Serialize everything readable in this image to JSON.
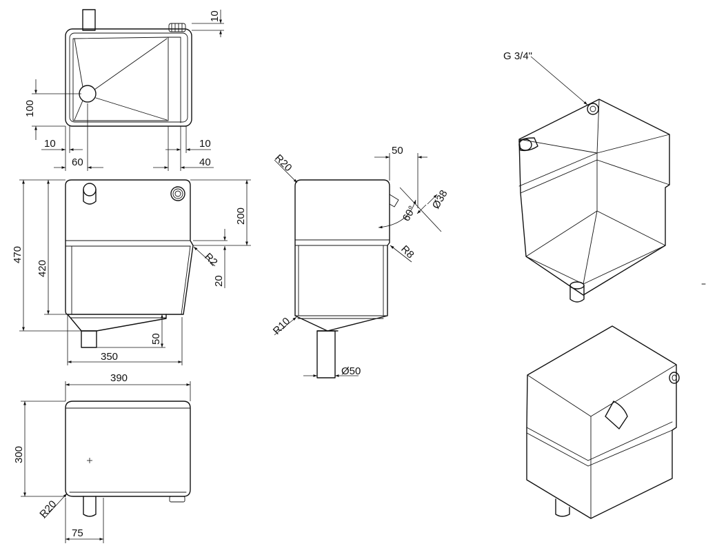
{
  "dimensions": {
    "top_view": {
      "flange": "10",
      "outlet_offset": "100",
      "left_gap": "10",
      "outlet_x": "60",
      "right_gap": "10",
      "right_width": "40"
    },
    "front_view": {
      "total_height": "470",
      "body_height": "420",
      "upper_height": "200",
      "radius_right": "R2",
      "step": "20",
      "cone_height": "50",
      "width": "350"
    },
    "side_view": {
      "top_radius": "R20",
      "pipe_offset": "50",
      "pipe_angle": "60°",
      "pipe_diameter": "Ø38",
      "step_radius": "R8",
      "bottom_radius": "R10",
      "outlet_diameter": "Ø50"
    },
    "bottom_view": {
      "width": "390",
      "height": "300",
      "corner_radius": "R20",
      "outlet_x": "75"
    }
  },
  "callouts": {
    "thread_size": "G 3/4\""
  }
}
